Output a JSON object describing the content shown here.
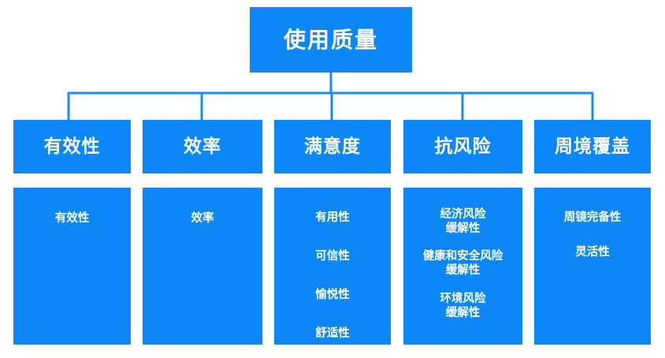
{
  "diagram": {
    "type": "org-chart",
    "colors": {
      "box_fill": "#0c87f5",
      "line": "#1a8cf0",
      "text": "#ffffff",
      "background": "#ffffff"
    },
    "root": {
      "label": "使用质量"
    },
    "branches": [
      {
        "id": "effectiveness",
        "header": "有效性",
        "items": [
          "有效性"
        ]
      },
      {
        "id": "efficiency",
        "header": "效率",
        "items": [
          "效率"
        ]
      },
      {
        "id": "satisfaction",
        "header": "满意度",
        "items": [
          "有用性",
          "可信性",
          "愉悦性",
          "舒适性"
        ]
      },
      {
        "id": "risk-resistance",
        "header": "抗风险",
        "items": [
          "经济风险\n缓解性",
          "健康和安全风险\n缓解性",
          "环境风险\n缓解性"
        ]
      },
      {
        "id": "context-coverage",
        "header": "周境覆盖",
        "items": [
          "周镜完备性",
          "灵活性"
        ]
      }
    ]
  }
}
